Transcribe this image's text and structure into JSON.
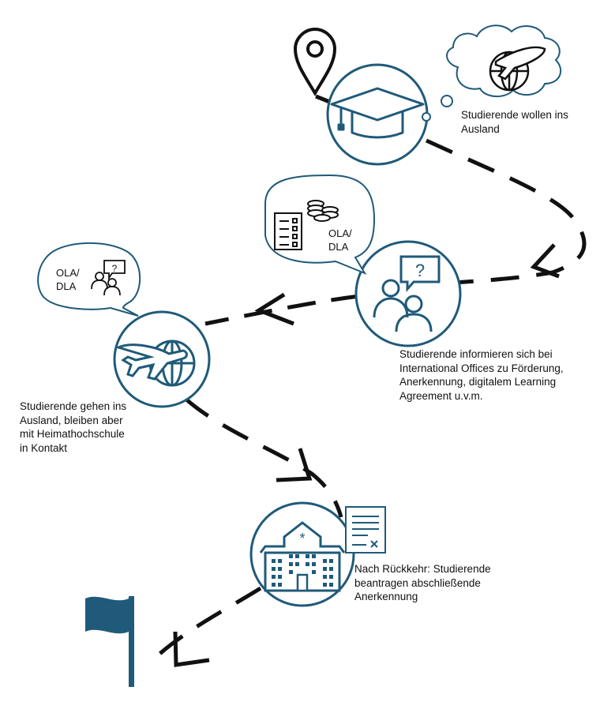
{
  "steps": [
    {
      "text": "Studierende wollen ins\nAusland"
    },
    {
      "text": "Studierende informieren sich bei\nInternational Offices zu Förderung,\nAnerkennung, digitalem Learning\nAgreement u.v.m."
    },
    {
      "text": "Studierende gehen ins\nAusland, bleiben aber\nmit Heimathochschule\nin Kontakt"
    },
    {
      "text": "Nach Rückkehr: Studierende\nbeantragen abschließende\nAnerkennung"
    }
  ],
  "bubbles": {
    "info": {
      "text": "OLA/\nDLA"
    },
    "abroad": {
      "text": "OLA/\nDLA"
    }
  },
  "icons": {
    "start": "location-pin-icon",
    "step1": "graduation-cap-icon",
    "step1_thought": "globe-airplane-icon",
    "step2": "people-question-icon",
    "step2_bubble": [
      "checklist-icon",
      "coins-icon"
    ],
    "step3": "globe-airplane-icon",
    "step3_bubble": "people-question-icon",
    "step4": "university-building-icon",
    "step4_doc": "signed-document-icon",
    "finish": "flag-icon"
  },
  "colors": {
    "accent": "#1f5a7a",
    "path": "#111111"
  }
}
